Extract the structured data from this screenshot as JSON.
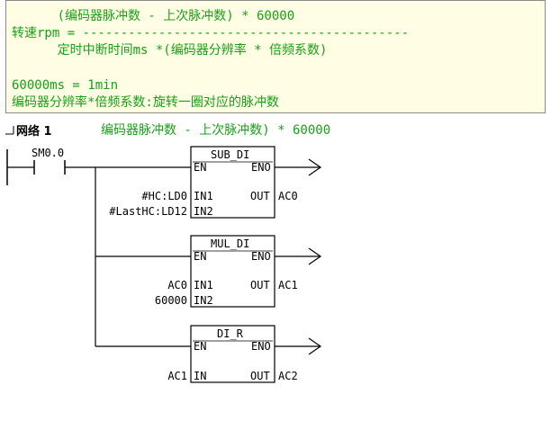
{
  "comment": {
    "line1": "      (编码器脉冲数 - 上次脉冲数) * 60000",
    "line2": "转速rpm = -------------------------------------------",
    "line3": "      定时中断时间ms *(编码器分辨率 * 倍频系数)",
    "line4": "",
    "line5": "60000ms = 1min",
    "line6": "编码器分辨率*倍频系数:旋转一圈对应的脉冲数"
  },
  "network": {
    "title": "网络 1",
    "comment": "编码器脉冲数 - 上次脉冲数) * 60000"
  },
  "contact": {
    "label": "SM0.0"
  },
  "boxes": [
    {
      "name": "SUB_DI",
      "en": "EN",
      "eno": "ENO",
      "in1_label": "IN1",
      "in2_label": "IN2",
      "out_label": "OUT",
      "in1_value": "#HC:LD0",
      "in2_value": "#LastHC:LD12",
      "out_value": "AC0"
    },
    {
      "name": "MUL_DI",
      "en": "EN",
      "eno": "ENO",
      "in1_label": "IN1",
      "in2_label": "IN2",
      "out_label": "OUT",
      "in1_value": "AC0",
      "in2_value": "60000",
      "out_value": "AC1"
    },
    {
      "name": "DI_R",
      "en": "EN",
      "eno": "ENO",
      "in1_label": "IN",
      "out_label": "OUT",
      "in1_value": "AC1",
      "out_value": "AC2"
    }
  ],
  "colors": {
    "comment_text": "#18a018",
    "comment_bg": "#fffde4",
    "wire": "#000000"
  }
}
